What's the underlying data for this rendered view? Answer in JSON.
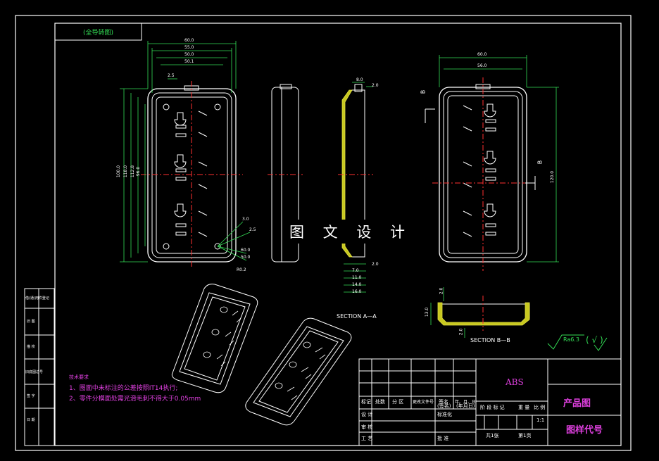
{
  "drawing": {
    "center_title": "图 文 设 计",
    "top_left_label": "(全导转图)",
    "section_aa": "SECTION A—A",
    "section_bb": "SECTION B—B",
    "roughness": "Ra6.3",
    "roughness_extra": "( √ )",
    "side_labels": [
      "借(通)用件登记",
      "旧 图",
      "描 校",
      "旧底图总号",
      "签 字",
      "日 期"
    ]
  },
  "notes": {
    "heading": "技术要求",
    "line1": "1、图面中未标注的公差按照IT14执行;",
    "line2": "2、零件分模面处需光滑毛刺不得大于0.05mm"
  },
  "dims_front": {
    "w_top": [
      "60.0",
      "55.0",
      "50.0",
      "50.1",
      "2.5"
    ],
    "h_left": [
      "100.0",
      "118.0",
      "112.8",
      "96.0"
    ],
    "holes": [
      "3.0",
      "2.5",
      "60.0",
      "50.0",
      "R0.2"
    ]
  },
  "dims_side": [
    "2.0",
    "8.0",
    "2.0",
    "7.0",
    "11.0",
    "14.0",
    "16.0"
  ],
  "dims_right": {
    "w": [
      "60.0",
      "56.0"
    ],
    "h": "120.0",
    "sec_labels": [
      "B",
      "B"
    ]
  },
  "dims_bb": [
    "13.0",
    "2.0",
    "2.0"
  ],
  "title_block": {
    "material": "ABS",
    "product": "产品图",
    "drawing_no": "图样代号",
    "scale": "1:1",
    "sheet_total": "共1张",
    "sheet_no": "第1页",
    "row_labels": [
      "标记",
      "处数",
      "分 区",
      "更改文件号",
      "签名",
      "年、月、日"
    ],
    "design": "设 计",
    "standardize": "标准化",
    "sign": "(签名)",
    "date": "(年月日)",
    "stage": "阶 段 标 记",
    "weight": "重 量",
    "ratio": "比 例",
    "review": "审 核",
    "process": "工 艺",
    "approve": "批 准"
  }
}
